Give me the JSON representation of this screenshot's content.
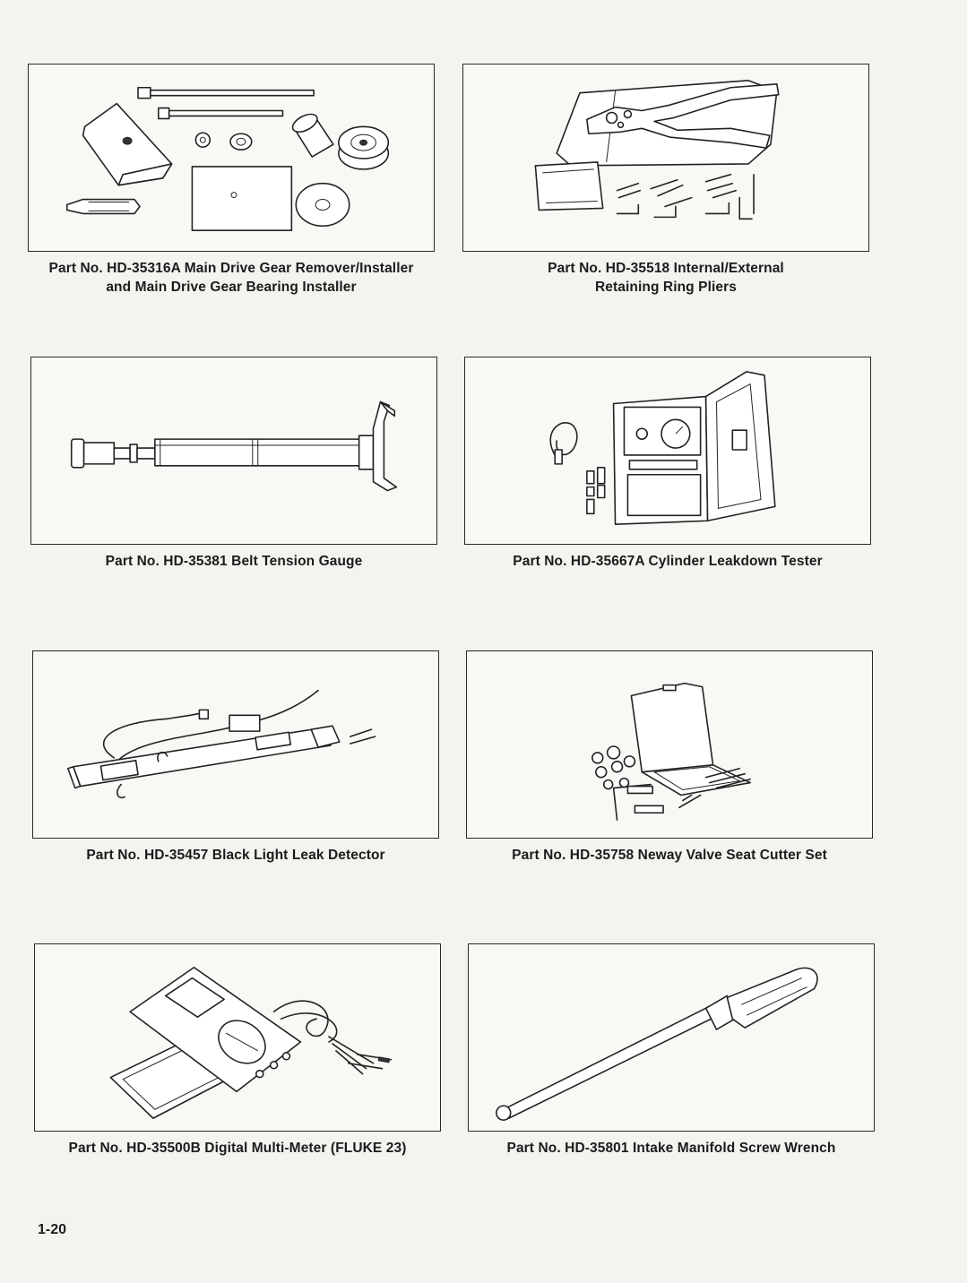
{
  "figures": [
    {
      "caption_line1": "Part No. HD-35316A Main Drive Gear Remover/Installer",
      "caption_line2": "and Main Drive Gear Bearing Installer"
    },
    {
      "caption_line1": "Part No. HD-35518 Internal/External",
      "caption_line2": "Retaining Ring Pliers"
    },
    {
      "caption_line1": "Part No. HD-35381 Belt Tension Gauge"
    },
    {
      "caption_line1": "Part No. HD-35667A Cylinder Leakdown Tester"
    },
    {
      "caption_line1": "Part No. HD-35457 Black Light Leak Detector"
    },
    {
      "caption_line1": "Part No. HD-35758 Neway Valve Seat Cutter Set"
    },
    {
      "caption_line1": "Part No. HD-35500B Digital Multi-Meter (FLUKE 23)"
    },
    {
      "caption_line1": "Part No. HD-35801 Intake Manifold Screw Wrench"
    }
  ],
  "page_number": "1-20"
}
